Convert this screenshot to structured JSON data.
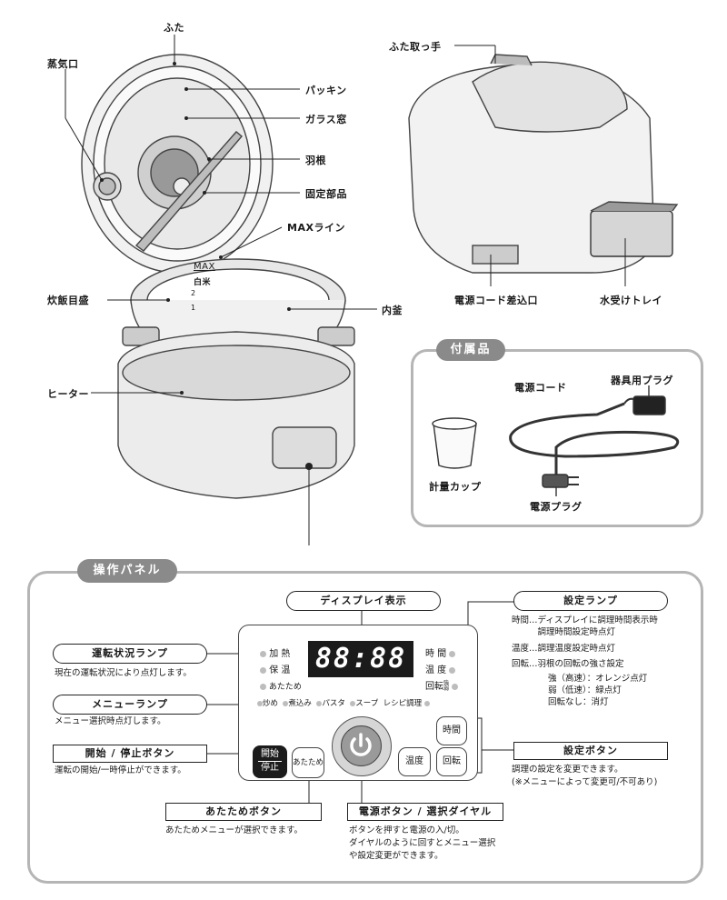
{
  "parts": {
    "lid": "ふた",
    "steam_vent": "蒸気口",
    "gasket": "パッキン",
    "glass_window": "ガラス窓",
    "blade": "羽根",
    "fixing_part": "固定部品",
    "max_line": "MAXライン",
    "rice_mark": "炊飯目盛",
    "inner_pot": "内釜",
    "heater": "ヒーター",
    "lid_handle": "ふた取っ手",
    "cord_inlet": "電源コード差込口",
    "drip_tray": "水受けトレイ",
    "pot_max": "MAX",
    "pot_rice": "白米",
    "pot_2": "2",
    "pot_1": "1"
  },
  "accessories": {
    "title": "付属品",
    "cord": "電源コード",
    "appliance_plug": "器具用プラグ",
    "measuring_cup": "計量カップ",
    "power_plug": "電源プラグ"
  },
  "panel_section": {
    "title": "操作パネル",
    "display_label": "ディスプレイ表示",
    "display_value": "88:88",
    "setting_lamp_label": "設定ランプ",
    "setting_lamp_desc": [
      "時間…ディスプレイに調理時間表示時",
      "　　　調理時間設定時点灯",
      "温度…調理温度設定時点灯",
      "回転…羽根の回転の強さ設定",
      "強（高速）：オレンジ点灯",
      "弱（低速）：緑点灯",
      "回転なし：消灯"
    ],
    "status_lamp_label": "運転状況ランプ",
    "status_lamp_desc": "現在の運転状況により点灯します。",
    "menu_lamp_label": "メニューランプ",
    "menu_lamp_desc": "メニュー選択時点灯します。",
    "start_stop_label": "開始 / 停止ボタン",
    "start_stop_desc": "運転の開始/一時停止ができます。",
    "setting_button_label": "設定ボタン",
    "setting_button_desc": [
      "調理の設定を変更できます。",
      "(※メニューによって変更可/不可あり)"
    ],
    "warm_button_label": "あたためボタン",
    "warm_button_desc": "あたためメニューが選択できます。",
    "power_dial_label": "電源ボタン / 選択ダイヤル",
    "power_dial_desc": [
      "ボタンを押すと電源の入/切。",
      "ダイヤルのように回すとメニュー選択",
      "や設定変更ができます。"
    ]
  },
  "control_panel": {
    "heat": "加 熱",
    "keep_warm": "保 温",
    "warm": "あたため",
    "time": "時 間",
    "temp": "温 度",
    "rotate": "回転",
    "rotate_strong": "強",
    "rotate_weak": "弱",
    "menus": [
      "炒め",
      "煮込み",
      "パスタ",
      "スープ",
      "レシピ調理"
    ],
    "btn_start": "開始",
    "btn_stop": "停止",
    "btn_warm": "あたため",
    "btn_time": "時間",
    "btn_temp": "温度",
    "btn_rotate": "回転",
    "power_icon": "power-icon"
  }
}
